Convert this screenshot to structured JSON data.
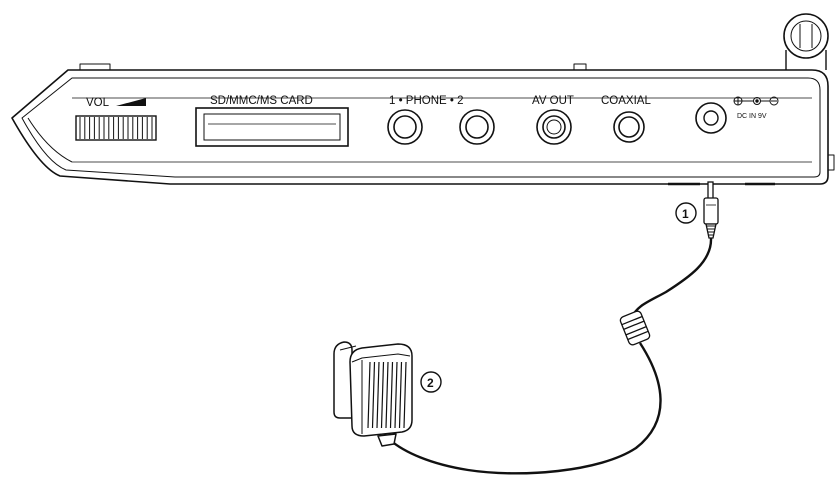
{
  "device": {
    "labels": {
      "volume": "VOL",
      "card_slot": "SD/MMC/MS CARD",
      "phone": "1 • PHONE • 2",
      "av_out": "AV OUT",
      "coaxial": "COAXIAL",
      "dc_in": "DC IN 9V"
    }
  },
  "callouts": {
    "plug": "1",
    "adapter": "2"
  },
  "colors": {
    "line": "#111111",
    "background": "#ffffff"
  }
}
